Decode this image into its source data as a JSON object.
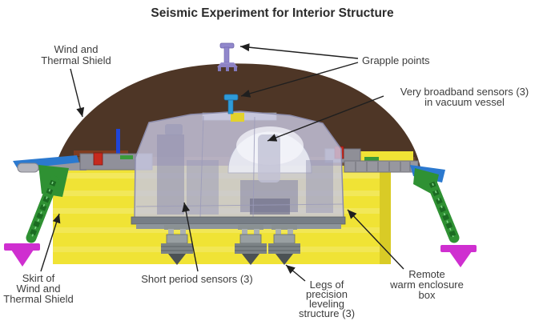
{
  "title": "Seismic Experiment for Interior Structure",
  "annotations": {
    "wind_thermal": {
      "lines": [
        "Wind and",
        "Thermal Shield"
      ]
    },
    "grapple": {
      "lines": [
        "Grapple points"
      ]
    },
    "vbb": {
      "lines": [
        "Very broadband sensors (3)",
        "in vacuum vessel"
      ]
    },
    "skirt": {
      "lines": [
        "Skirt of",
        "Wind and",
        "Thermal Shield"
      ]
    },
    "short_period": {
      "lines": [
        "Short period sensors (3)"
      ]
    },
    "legs": {
      "lines": [
        "Legs of",
        "precision",
        "leveling",
        "structure (3)"
      ]
    },
    "remote": {
      "lines": [
        "Remote",
        "warm enclosure",
        "box"
      ]
    }
  },
  "colors": {
    "dome_brown": "#4e3626",
    "dome_inner_brown": "#6f4c30",
    "skirt_yellow": "#f0e335",
    "skirt_shade": "#d9cb26",
    "enclosure_lavender": "#c7c7e0",
    "enclosure_outline": "#8c8cab",
    "vessel_white": "#eceef6",
    "leg_green": "#2f9133",
    "foot_magenta": "#cf2fd0",
    "grapple_purple": "#9188cc",
    "grapple_blue": "#2f9bd8",
    "metal_gray": "#97979f",
    "dark_metal": "#5c6165",
    "accent_red": "#c62a1e",
    "bracket_blue": "#2b79cf"
  }
}
